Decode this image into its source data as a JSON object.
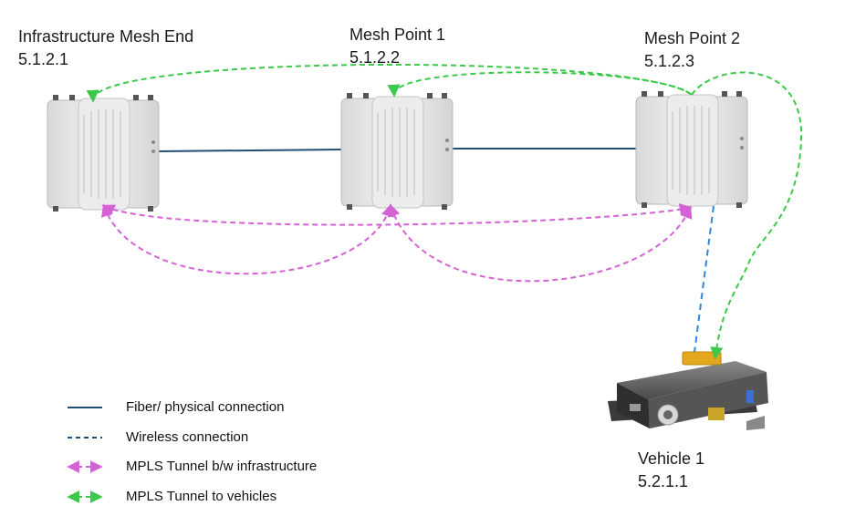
{
  "nodes": {
    "infra": {
      "name": "Infrastructure Mesh End",
      "ip": "5.1.2.1"
    },
    "mp1": {
      "name": "Mesh Point 1",
      "ip": "5.1.2.2"
    },
    "mp2": {
      "name": "Mesh Point 2",
      "ip": "5.1.2.3"
    },
    "vehicle": {
      "name": "Vehicle 1",
      "ip": "5.2.1.1"
    }
  },
  "legend": [
    {
      "label": "Fiber/ physical connection"
    },
    {
      "label": "Wireless connection"
    },
    {
      "label": "MPLS Tunnel b/w infrastructure"
    },
    {
      "label": "MPLS Tunnel to vehicles"
    }
  ],
  "colors": {
    "fiber": "#1f4e79",
    "wireless": "#2e86de",
    "mpls_infra": "#d462d4",
    "mpls_vehicle": "#3cc84a",
    "device_body": "#e6e6e6",
    "vehicle_body": "#6e6e6e"
  }
}
